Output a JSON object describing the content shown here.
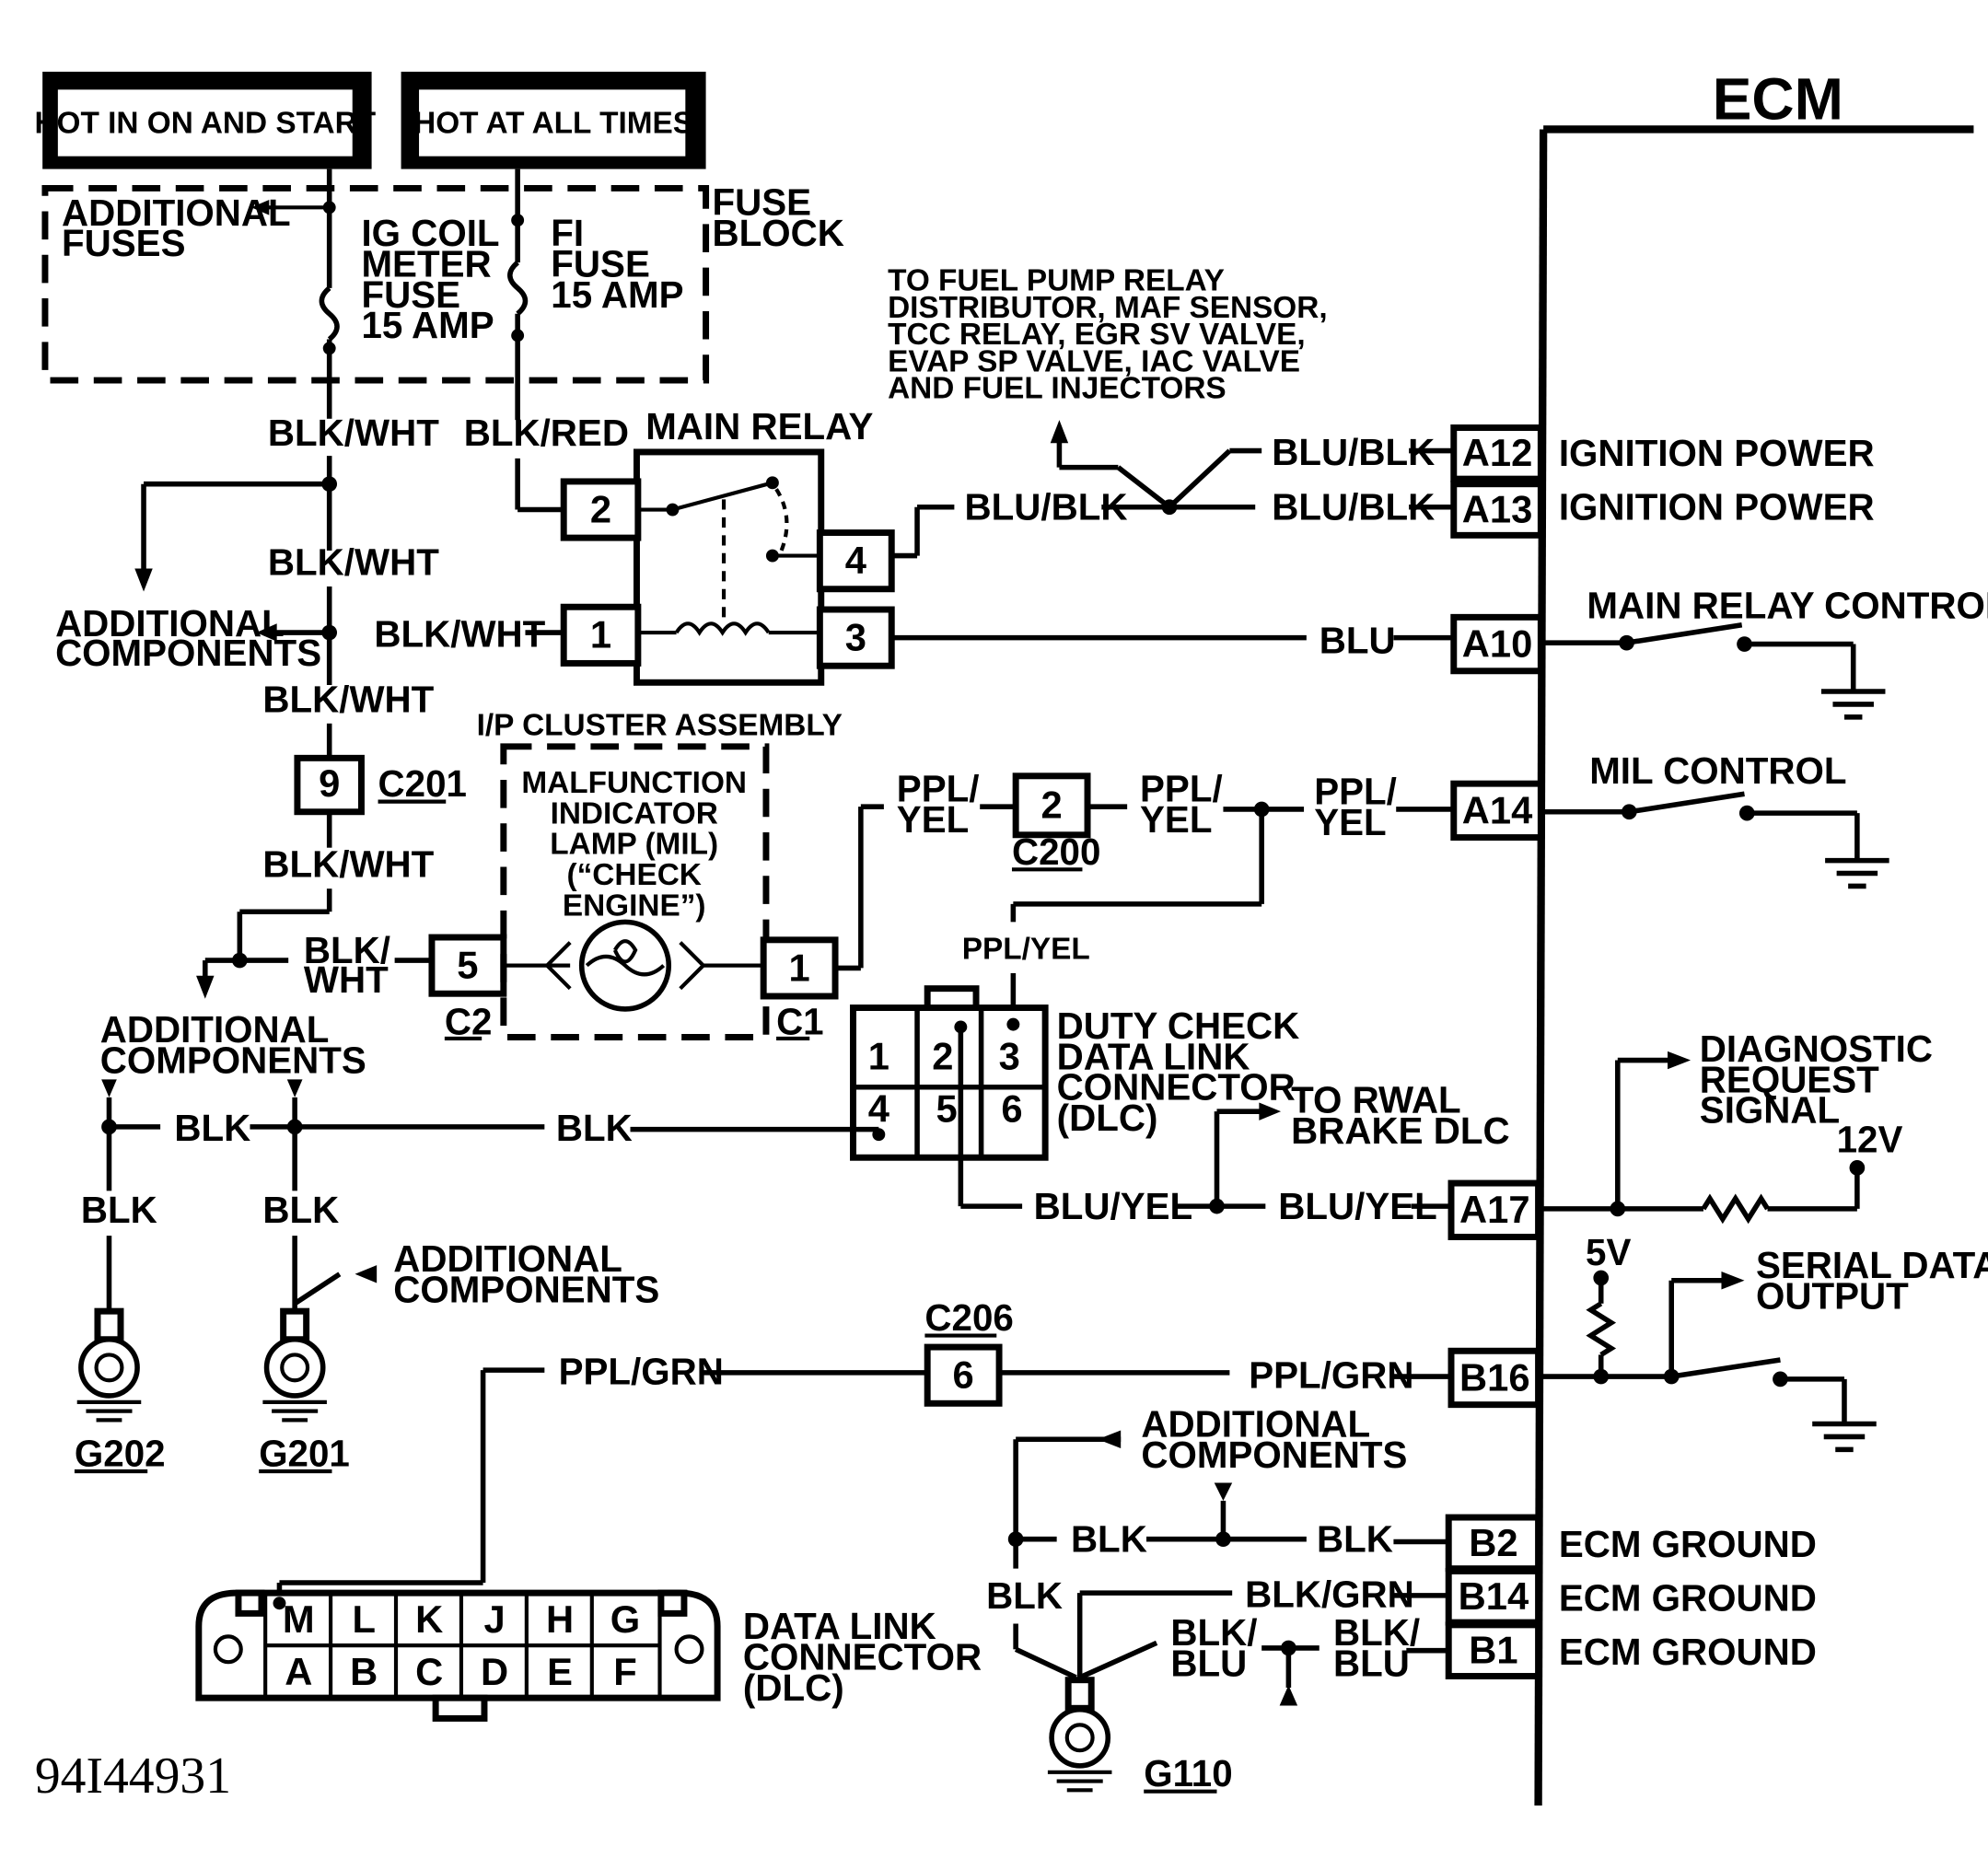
{
  "power": {
    "hot_on_start": "HOT IN ON AND START",
    "hot_all_times": "HOT AT ALL TIMES"
  },
  "fuse_block": {
    "label_line1": "FUSE",
    "label_line2": "BLOCK",
    "additional_fuses": [
      "ADDITIONAL",
      "FUSES"
    ],
    "ig_coil_fuse": [
      "IG COIL",
      "METER",
      "FUSE",
      "15 AMP"
    ],
    "fi_fuse": [
      "FI",
      "FUSE",
      "15 AMP"
    ]
  },
  "wires": {
    "blk_wht": "BLK/WHT",
    "blk_red": "BLK/RED",
    "blu_blk": "BLU/BLK",
    "blu": "BLU",
    "ppl_yel": [
      "PPL/",
      "YEL"
    ],
    "ppl_yel_single": "PPL/YEL",
    "blk_wht_split": [
      "BLK/",
      "WHT"
    ],
    "blk": "BLK",
    "blu_yel": "BLU/YEL",
    "ppl_grn": "PPL/GRN",
    "blk_grn": "BLK/GRN",
    "blk_blu": [
      "BLK/",
      "BLU"
    ]
  },
  "main_relay": {
    "title": "MAIN RELAY",
    "pins": [
      "2",
      "4",
      "1",
      "3"
    ]
  },
  "fuel_pump_note": [
    "TO FUEL PUMP RELAY",
    "DISTRIBUTOR, MAF SENSOR,",
    "TCC RELAY, EGR SV VALVE,",
    "EVAP SP VALVE, IAC VALVE",
    "AND FUEL INJECTORS"
  ],
  "additional_components": [
    "ADDITIONAL",
    "COMPONENTS"
  ],
  "ecm": {
    "title": "ECM",
    "pins": [
      {
        "pin": "A12",
        "label": "IGNITION POWER"
      },
      {
        "pin": "A13",
        "label": "IGNITION POWER"
      },
      {
        "pin": "A10",
        "label": "MAIN RELAY CONTROL"
      },
      {
        "pin": "A14",
        "label": "MIL CONTROL"
      },
      {
        "pin": "A17",
        "label": "DIAGNOSTIC REQUEST SIGNAL"
      },
      {
        "pin": "B16",
        "label": "SERIAL DATA OUTPUT"
      },
      {
        "pin": "B2",
        "label": "ECM GROUND"
      },
      {
        "pin": "B14",
        "label": "ECM GROUND"
      },
      {
        "pin": "B1",
        "label": "ECM GROUND"
      }
    ],
    "diag_request": [
      "DIAGNOSTIC",
      "REQUEST",
      "SIGNAL"
    ],
    "serial_data": [
      "SERIAL DATA",
      "OUTPUT"
    ],
    "v12": "12V",
    "v5": "5V"
  },
  "connectors": {
    "c201": {
      "name": "C201",
      "pin": "9"
    },
    "c200": {
      "name": "C200",
      "pin": "2"
    },
    "c2": {
      "name": "C2",
      "pin": "5"
    },
    "c1": {
      "name": "C1",
      "pin": "1"
    },
    "c206": {
      "name": "C206",
      "pin": "6"
    }
  },
  "cluster": {
    "title": "I/P CLUSTER ASSEMBLY",
    "mil": [
      "MALFUNCTION",
      "INDICATOR",
      "LAMP (MIL)",
      "(“CHECK",
      "ENGINE”)"
    ]
  },
  "duty_check": {
    "label": [
      "DUTY CHECK",
      "DATA LINK",
      "CONNECTOR",
      "(DLC)"
    ],
    "pins": [
      "1",
      "2",
      "3",
      "4",
      "5",
      "6"
    ]
  },
  "rwal": [
    "TO RWAL",
    "BRAKE DLC"
  ],
  "grounds": {
    "g202": "G202",
    "g201": "G201",
    "g110": "G110"
  },
  "dlc": {
    "top_pins": [
      "M",
      "L",
      "K",
      "J",
      "H",
      "G"
    ],
    "bottom_pins": [
      "A",
      "B",
      "C",
      "D",
      "E",
      "F"
    ],
    "label": [
      "DATA LINK",
      "CONNECTOR",
      "(DLC)"
    ]
  },
  "figure_code": "94I44931"
}
